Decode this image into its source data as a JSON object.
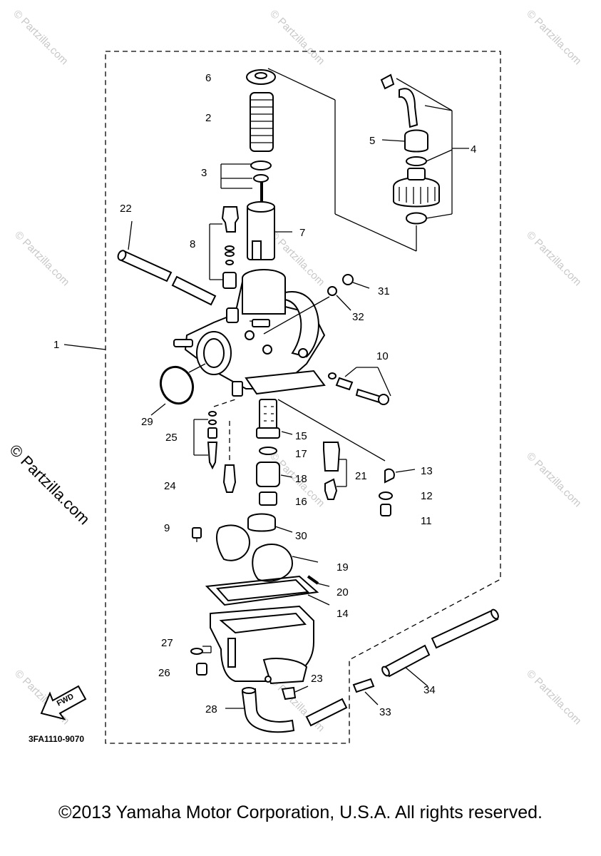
{
  "diagram": {
    "code": "3FA1110-9070",
    "fwd_label": "FWD",
    "watermark_small": "© Partzilla.com",
    "watermark_large": "© Partzilla.com",
    "callouts": [
      "1",
      "2",
      "3",
      "4",
      "5",
      "6",
      "7",
      "8",
      "9",
      "10",
      "11",
      "12",
      "13",
      "14",
      "15",
      "16",
      "17",
      "18",
      "19",
      "20",
      "21",
      "22",
      "23",
      "24",
      "25",
      "26",
      "27",
      "28",
      "29",
      "30",
      "31",
      "32",
      "33",
      "34"
    ]
  },
  "footer": {
    "copyright": "©2013 Yamaha Motor Corporation, U.S.A. All rights reserved."
  }
}
